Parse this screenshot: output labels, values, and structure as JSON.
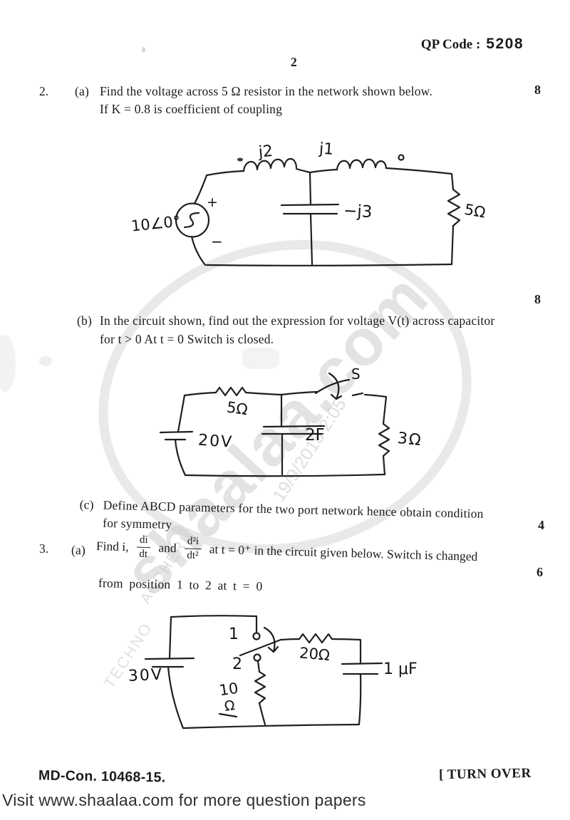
{
  "header": {
    "qp_label": "QP Code :",
    "qp_value": "5208",
    "page_number": "2"
  },
  "q2": {
    "number": "2.",
    "a": {
      "label": "(a)",
      "line1": "Find the voltage across 5 Ω resistor in the network shown below.",
      "line2": "If K = 0.8 is coefficient of coupling",
      "marks": "8"
    },
    "b": {
      "label": "(b)",
      "line1": "In the circuit shown, find out the expression for voltage V(t) across capacitor",
      "line2": "for t > 0 At t = 0 Switch is closed.",
      "marks": "8"
    },
    "c": {
      "label": "(c)",
      "line1": "Define ABCD parameters for the two port network hence obtain condition",
      "line2": "for symmetry",
      "marks": "4"
    }
  },
  "q3": {
    "number": "3.",
    "a": {
      "label": "(a)",
      "pre": "Find i,",
      "frac1": {
        "num": "di",
        "den": "dt"
      },
      "conj": "and",
      "frac2": {
        "num": "d²i",
        "den": "dt²"
      },
      "post": "at t = 0⁺ in the circuit given below. Switch is changed",
      "line2": "from position 1 to 2 at t = 0",
      "marks": "6"
    }
  },
  "circuit1": {
    "source_label": "10∠0°",
    "plus": "+",
    "minus": "−",
    "inductor1": "j2",
    "inductor2": "j1",
    "capacitor": "−j3",
    "resistor": "5Ω"
  },
  "circuit2": {
    "resistor_top": "5Ω",
    "battery": "20V",
    "capacitor": "2F",
    "resistor_right": "3Ω",
    "switch": "S"
  },
  "circuit3": {
    "position1": "1",
    "position2": "2",
    "battery": "30V",
    "resistor_mid_value": "10",
    "resistor_mid_unit": "Ω",
    "resistor_top": "20Ω",
    "capacitor": "1 μF"
  },
  "watermark": {
    "main": "shaalaa.com",
    "date": "19/9/2015 2:05",
    "side": "TECHNO",
    "area": "ANDHERI"
  },
  "footer": {
    "left": "MD-Con. 10468-15.",
    "right": "[ TURN OVER",
    "banner": "Visit www.shaalaa.com for more question papers"
  }
}
